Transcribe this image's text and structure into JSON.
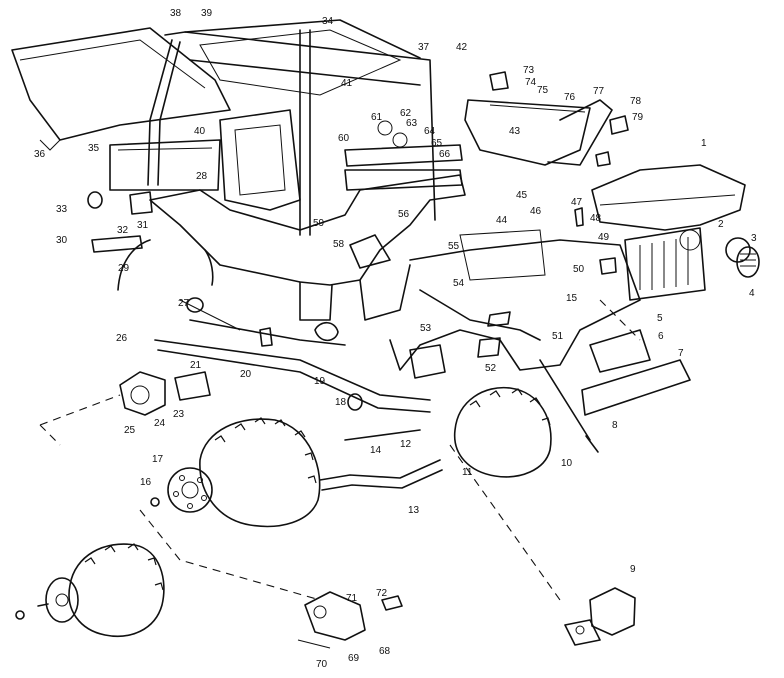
{
  "part_numbers": [
    "1",
    "2",
    "3",
    "4",
    "5",
    "6",
    "7",
    "8",
    "9",
    "10",
    "11",
    "12",
    "13",
    "14",
    "15",
    "16",
    "17",
    "18",
    "19",
    "20",
    "21",
    "23",
    "24",
    "25",
    "26",
    "27",
    "28",
    "29",
    "30",
    "31",
    "32",
    "33",
    "34",
    "35",
    "36",
    "37",
    "38",
    "39",
    "40",
    "41",
    "42",
    "43",
    "44",
    "45",
    "46",
    "47",
    "48",
    "49",
    "50",
    "51",
    "52",
    "53",
    "54",
    "55",
    "56",
    "58",
    "59",
    "60",
    "61",
    "62",
    "63",
    "64",
    "65",
    "66",
    "68",
    "69",
    "70",
    "71",
    "72",
    "73",
    "74",
    "75",
    "76",
    "77",
    "78",
    "79"
  ]
}
